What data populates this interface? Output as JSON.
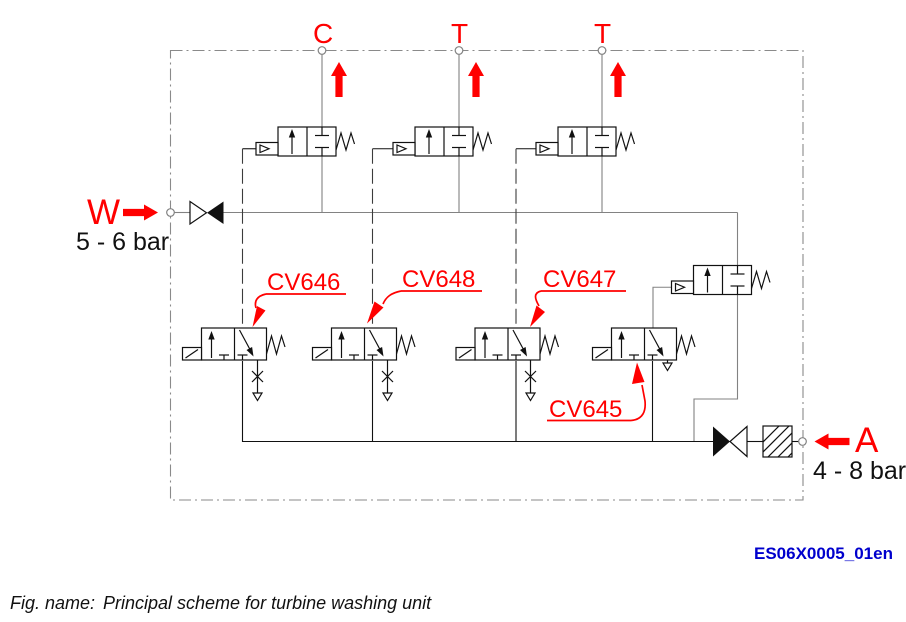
{
  "diagram": {
    "outlets": {
      "c_label": "C",
      "t1_label": "T",
      "t2_label": "T"
    },
    "water_inlet": {
      "label": "W",
      "pressure": "5 - 6 bar"
    },
    "air_inlet": {
      "label": "A",
      "pressure": "4 - 8 bar"
    },
    "valve_tags": {
      "cv646": "CV646",
      "cv648": "CV648",
      "cv647": "CV647",
      "cv645": "CV645"
    },
    "doc_id": "ES06X0005_01en"
  },
  "caption": {
    "prefix": "Fig. name:",
    "text": "Principal scheme for turbine washing unit"
  },
  "colors": {
    "red": "#ff0000",
    "blue": "#0000cd",
    "gray": "#828282",
    "black": "#111111",
    "bg": "#ffffff"
  }
}
